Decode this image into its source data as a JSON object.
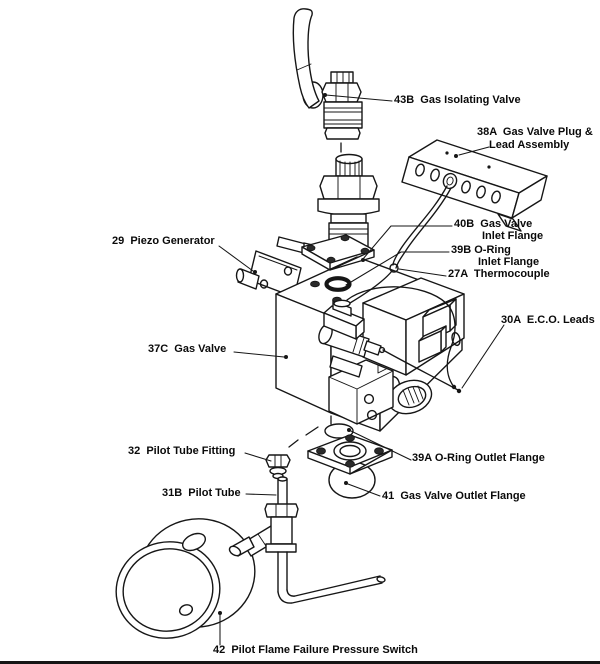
{
  "colors": {
    "line": "#161616",
    "background": "#ffffff"
  },
  "labels": {
    "gas_isolating_valve": "43B  Gas Isolating Valve",
    "gas_valve_plug_line1": "38A  Gas Valve Plug &",
    "gas_valve_plug_line2": "Lead Assembly",
    "inlet_flange_line1": "40B  Gas Valve",
    "inlet_flange_line2": "Inlet Flange",
    "oring_inlet_line1": "39B O-Ring",
    "oring_inlet_line2": "Inlet Flange",
    "thermocouple": "27A  Thermocouple",
    "eco_leads": "30A  E.C.O. Leads",
    "piezo_generator": "29  Piezo Generator",
    "gas_valve": "37C  Gas Valve",
    "pilot_tube_fitting": "32  Pilot Tube Fitting",
    "pilot_tube": "31B  Pilot Tube",
    "oring_outlet_flange": "39A O-Ring Outlet Flange",
    "gas_valve_outlet_flange": "41  Gas Valve Outlet Flange",
    "pressure_switch": "42  Pilot Flame Failure Pressure Switch"
  }
}
